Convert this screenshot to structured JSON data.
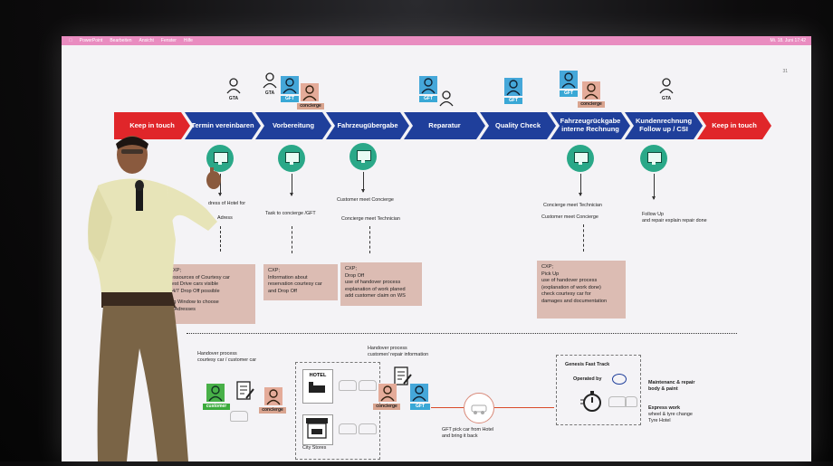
{
  "menubar": {
    "app": "PowerPoint",
    "items": [
      "Bearbeiten",
      "Ansicht",
      "Fenster",
      "Hilfe"
    ],
    "clock": "Mi. 18. Juni 17:42"
  },
  "slide_number": "31",
  "process_steps": [
    {
      "label": "Keep in touch"
    },
    {
      "label": "Termin vereinbaren"
    },
    {
      "label": "Vorbereitung"
    },
    {
      "label": "Fahrzeugübergabe"
    },
    {
      "label": "Reparatur"
    },
    {
      "label": "Quality Check"
    },
    {
      "label": "Fahrzeugrückgabe interne Rechnung"
    },
    {
      "label": "Kundenrechnung Follow up / CSI"
    },
    {
      "label": "Keep in touch"
    }
  ],
  "roles": {
    "gta": "GTA",
    "gft": "GFT",
    "concierge": "concierge",
    "customer": "customer"
  },
  "col1": {
    "line1": "dress of Hotel for",
    "line2": "Adress",
    "box": [
      "CXP;",
      "ressources of Courtesy car",
      "Test Drive cars visible",
      "24/7 Drop Off possible",
      "",
      "log Window to choose",
      "el Adresses"
    ]
  },
  "col2": {
    "line1": "Task to concierge /GFT",
    "box": [
      "CXP;",
      "Information about",
      "reservation courtesy car",
      "and Drop Off"
    ]
  },
  "col3": {
    "line1": "Customer meet Concierge",
    "line2": "Concierge meet Technician",
    "box": [
      "CXP;",
      "Drop Off",
      "use of handover process",
      "explanation of work planed",
      "add customer claim on WS"
    ]
  },
  "col4": {
    "line1": "Concierge meet Technician",
    "line2": "Customer meet Concierge",
    "box": [
      "CXP;",
      "Pick Up",
      "use of handover process",
      "(explanation of work done)",
      "check courtesy car for",
      "damages and documentation"
    ]
  },
  "col5": {
    "line1": "Follow Up",
    "line2": "and repair explain repair done"
  },
  "bottom": {
    "handover1": [
      "Handover process",
      "courtesy car / customer car"
    ],
    "handover2": [
      "Handover process",
      "customer/ repair information"
    ],
    "hotel": "HOTEL",
    "city_stores": "City Stores",
    "gft_pick": [
      "GFT  pick car from Hotel",
      "and bring it back"
    ],
    "fasttrack_title": "Genesis Fast Track",
    "operated_by": "Operated by",
    "services": [
      {
        "title": "Maintenanc & repair",
        "sub": "body & paint"
      },
      {
        "title": "Express work",
        "sub": "wheel & tyre change"
      },
      {
        "title": "",
        "sub": "Tyre Hotel"
      }
    ]
  },
  "colors": {
    "red": "#e0262a",
    "blue": "#1f3f9b",
    "gft": "#3aa8d6",
    "concierge": "#d9a48f",
    "monitor": "#2aa888",
    "cxp_box": "#dcbcb3"
  }
}
